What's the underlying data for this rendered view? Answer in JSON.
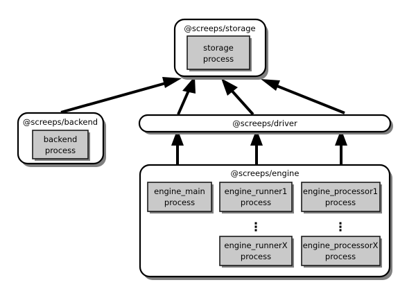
{
  "diagram": {
    "type": "architecture-diagram",
    "background_color": "#ffffff",
    "line_color": "#000000",
    "process_fill_color": "#c9c9c9",
    "package_fill_color": "#ffffff",
    "packages": [
      {
        "id": "storage",
        "label": "@screeps/storage",
        "processes": [
          {
            "id": "storage-process",
            "line1": "storage",
            "line2": "process"
          }
        ]
      },
      {
        "id": "backend",
        "label": "@screeps/backend",
        "processes": [
          {
            "id": "backend-process",
            "line1": "backend",
            "line2": "process"
          }
        ]
      },
      {
        "id": "driver",
        "label": "@screeps/driver",
        "processes": []
      },
      {
        "id": "engine",
        "label": "@screeps/engine",
        "processes": [
          {
            "id": "engine-main-process",
            "line1": "engine_main",
            "line2": "process"
          },
          {
            "id": "engine-runner1-process",
            "line1": "engine_runner1",
            "line2": "process"
          },
          {
            "id": "engine-processor1-process",
            "line1": "engine_processor1",
            "line2": "process"
          },
          {
            "id": "engine-runnerx-process",
            "line1": "engine_runnerX",
            "line2": "process"
          },
          {
            "id": "engine-processorx-process",
            "line1": "engine_processorX",
            "line2": "process"
          }
        ],
        "ellipses": [
          {
            "id": "runner-ellipsis",
            "glyph": "⋮"
          },
          {
            "id": "processor-ellipsis",
            "glyph": "⋮"
          }
        ]
      }
    ],
    "connections": [
      {
        "id": "backend-to-storage",
        "from": "backend",
        "to": "storage",
        "style": "arrow"
      },
      {
        "id": "driver-left-to-storage",
        "from": "driver",
        "to": "storage",
        "style": "arrow"
      },
      {
        "id": "driver-mid-to-storage",
        "from": "driver",
        "to": "storage",
        "style": "arrow"
      },
      {
        "id": "driver-right-to-storage",
        "from": "driver",
        "to": "storage",
        "style": "arrow"
      },
      {
        "id": "engine-left-to-driver",
        "from": "engine",
        "to": "driver",
        "style": "arrow"
      },
      {
        "id": "engine-mid-to-driver",
        "from": "engine",
        "to": "driver",
        "style": "arrow"
      },
      {
        "id": "engine-right-to-driver",
        "from": "engine",
        "to": "driver",
        "style": "arrow"
      }
    ]
  }
}
